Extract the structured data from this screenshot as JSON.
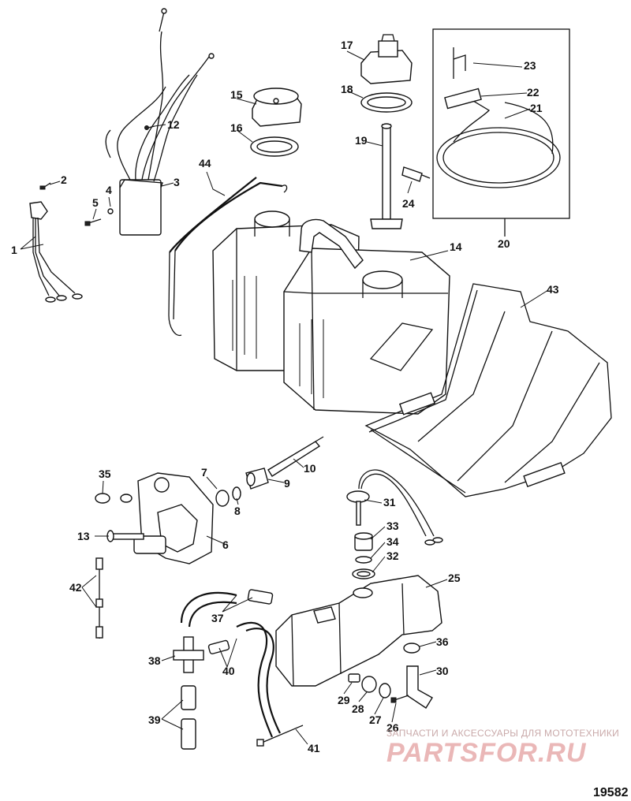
{
  "callouts": [
    "1",
    "2",
    "3",
    "4",
    "5",
    "6",
    "7",
    "8",
    "9",
    "10",
    "12",
    "13",
    "14",
    "15",
    "16",
    "17",
    "18",
    "19",
    "20",
    "21",
    "22",
    "23",
    "24",
    "25",
    "26",
    "27",
    "28",
    "29",
    "30",
    "31",
    "32",
    "33",
    "34",
    "35",
    "36",
    "37",
    "38",
    "39",
    "40",
    "41",
    "42",
    "43",
    "44"
  ],
  "watermark": {
    "tagline": "ЗАПЧАСТИ И АКСЕССУАРЫ ДЛЯ МОТОТЕХНИКИ",
    "brand": "PARTSFOR.RU"
  },
  "figure_number": "19582"
}
